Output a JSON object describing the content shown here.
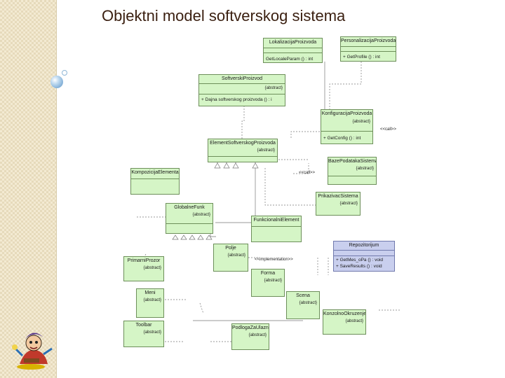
{
  "slide": {
    "title": "Objektni model softverskog sistema"
  },
  "diagram": {
    "classes": {
      "lokalizacija": {
        "name": "LokalizacijaProizvoda",
        "op": "GetLocaleParam ()  : int"
      },
      "personalizacija": {
        "name": "PersonalizacijaProizvoda",
        "op": "+ GetProfile ()  : int"
      },
      "softverski_proizvod": {
        "name": "SoftverskiProizvod",
        "stereotype": "{abstract}",
        "op": "+ Dajna softverskog proizvoda () : i"
      },
      "konfiguracija": {
        "name": "KonfiguracijaProizvoda",
        "stereotype": "{abstract}",
        "op": "+ GetConfig ()  : int"
      },
      "element": {
        "name": "ElementSoftverskogProizvoda",
        "stereotype": "{abstract}"
      },
      "kompozicija": {
        "name": "KompozicijaElementa"
      },
      "baze_podataka": {
        "name": "BazePodatakaSistema",
        "stereotype": "{abstract}"
      },
      "globalne_funk": {
        "name": "GlobalneFunk",
        "stereotype": "{abstract}"
      },
      "prikazivac": {
        "name": "PrikazivacSistema",
        "stereotype": "{abstract}"
      },
      "funkcionalni": {
        "name": "FunkcionalniElement"
      },
      "repozitorijum": {
        "name": "Repozitorijum",
        "op1": "+ GetMes_oPa ()  : void",
        "op2": "+ SaveResults ()  : void"
      },
      "polje": {
        "name": "Polje",
        "stereotype": "{abstract}"
      },
      "primarni_prozor": {
        "name": "PrimarniProzor",
        "stereotype": "{abstract}"
      },
      "forma": {
        "name": "Forma",
        "stereotype": "{abstract}"
      },
      "meni": {
        "name": "Meni",
        "stereotype": "{abstract}"
      },
      "scena": {
        "name": "Scena",
        "stereotype": "{abstract}"
      },
      "konzolni": {
        "name": "KonzolnoOkruzenje",
        "stereotype": "{abstract}"
      },
      "toolbar": {
        "name": "Toolbar",
        "stereotype": "{abstract}"
      },
      "podloga": {
        "name": "PodlogaZaUlazne",
        "stereotype": "{abstract}"
      }
    },
    "labels": {
      "call": "<<call>>",
      "implement": "<<implementation>>"
    }
  }
}
